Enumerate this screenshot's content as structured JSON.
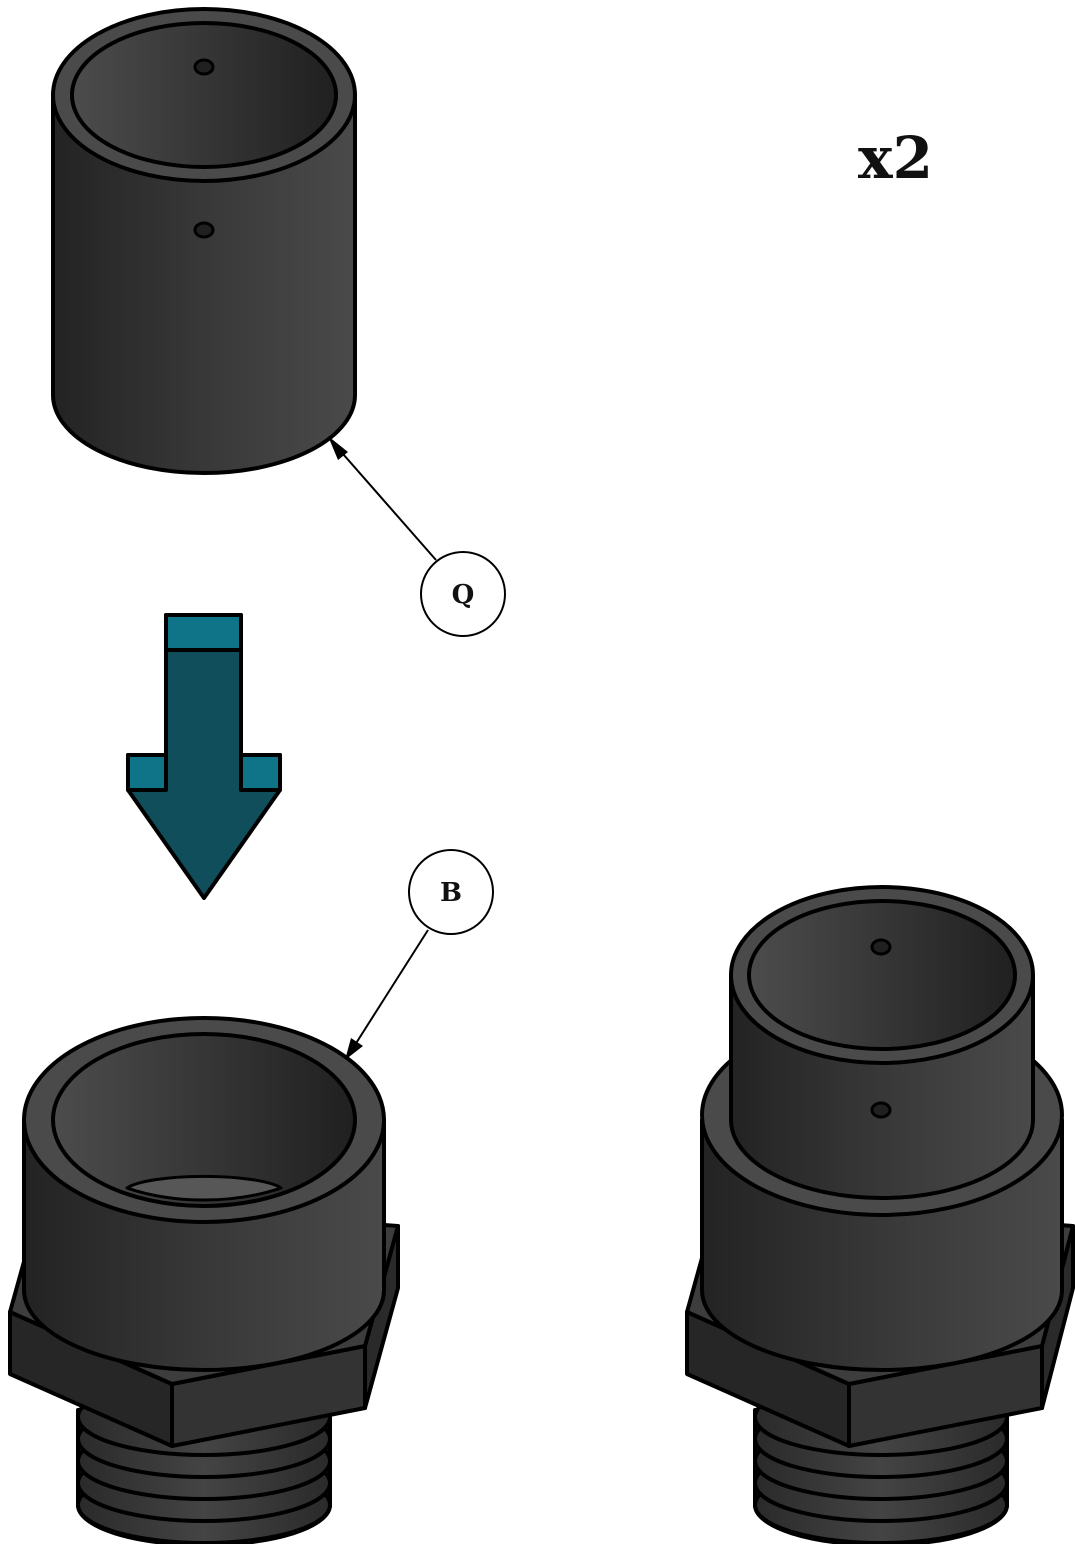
{
  "quantity": "x2",
  "callouts": [
    {
      "id": "Q",
      "label": "Q"
    },
    {
      "id": "B",
      "label": "B"
    }
  ],
  "colors": {
    "part_dark": "#2a2a2a",
    "part_mid": "#474747",
    "arrow_fill": "#114e5c",
    "arrow_accent": "#0f7487",
    "outline": "#000000"
  }
}
